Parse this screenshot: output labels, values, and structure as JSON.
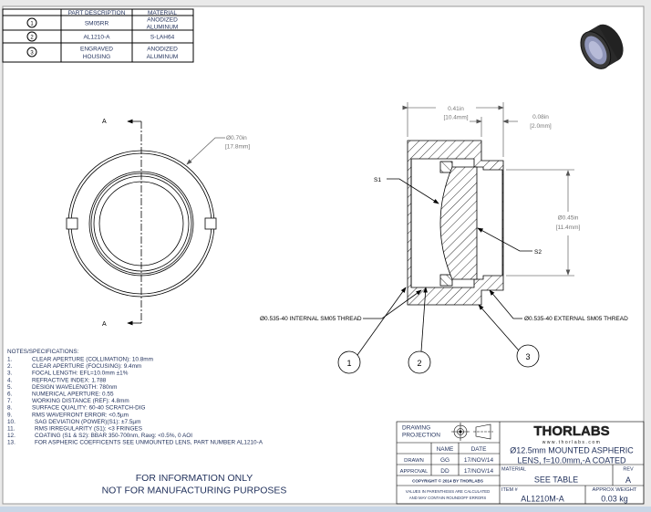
{
  "parts_table": {
    "headers": [
      "",
      "PART DESCRIPTION",
      "MATERIAL"
    ],
    "rows": [
      {
        "item": "1",
        "description": [
          "SM05RR"
        ],
        "material": [
          "ANODIZED",
          "ALUMINUM"
        ]
      },
      {
        "item": "2",
        "description": [
          "AL1210-A"
        ],
        "material": [
          "S-LAH64"
        ]
      },
      {
        "item": "3",
        "description": [
          "ENGRAVED",
          "HOUSING"
        ],
        "material": [
          "ANODIZED",
          "ALUMINUM"
        ]
      }
    ]
  },
  "front_view": {
    "section_label": "A",
    "diameter": "Ø0.70in",
    "diameter_mm": "[17.8mm]"
  },
  "section_view": {
    "length": "0.41in",
    "length_mm": "[10.4mm]",
    "thread_length": "0.08in",
    "thread_length_mm": "[2.0mm]",
    "aperture": "Ø0.45in",
    "aperture_mm": "[11.4mm]",
    "surface_1": "S1",
    "surface_2": "S2",
    "internal_thread": "Ø0.535-40 INTERNAL SM05 THREAD",
    "external_thread": "Ø0.535-40 EXTERNAL SM05 THREAD",
    "balloons": [
      "1",
      "2",
      "3"
    ]
  },
  "notes": {
    "title": "NOTES/SPECIFICATIONS:",
    "items": [
      {
        "n": "1.",
        "text": "CLEAR APERTURE (COLLIMATION): 10.8mm"
      },
      {
        "n": "2.",
        "text": "CLEAR APERTURE (FOCUSING): 9.4mm"
      },
      {
        "n": "3.",
        "text": "FOCAL LENGTH: EFL=10.0mm ±1%"
      },
      {
        "n": "4.",
        "text": "REFRACTIVE INDEX: 1.788"
      },
      {
        "n": "5.",
        "text": "DESIGN WAVELENGTH: 780nm"
      },
      {
        "n": "6.",
        "text": "NUMERICAL APERTURE: 0.55"
      },
      {
        "n": "7.",
        "text": "WORKING DISTANCE (REF): 4.8mm"
      },
      {
        "n": "8.",
        "text": "SURFACE QUALITY: 60-40 SCRATCH-DIG"
      },
      {
        "n": "9.",
        "text": "RMS WAVEFRONT ERROR: <0.5µm"
      },
      {
        "n": "10.",
        "text": "SAG DEVIATION (POWER)(S1): ±7.5µm"
      },
      {
        "n": "11.",
        "text": "RMS IRREGULARITY (S1): <3 FRINGES"
      },
      {
        "n": "12.",
        "text": "COATING (S1 & S2): BBAR 350-700nm, Ravg: <0.5%, 0 AOI"
      },
      {
        "n": "13.",
        "text": "FOR ASPHERIC COEFFICENTS SEE UNMOUNTED LENS, PART NUMBER AL1210-A"
      }
    ]
  },
  "disclaimer": [
    "FOR INFORMATION ONLY",
    "NOT FOR MANUFACTURING PURPOSES"
  ],
  "title_block": {
    "projection_label": [
      "DRAWING",
      "PROJECTION"
    ],
    "name_header": "NAME",
    "date_header": "DATE",
    "drawn_label": "DRAWN",
    "drawn_name": "GG",
    "drawn_date": "17/NOV/14",
    "approval_label": "APPROVAL",
    "approval_name": "DD",
    "approval_date": "17/NOV/14",
    "copyright": "COPYRIGHT © 2014 BY THORLABS",
    "values_note": [
      "VALUES IN PARENTHESIS ARE CALCULATED",
      "AND MAY CONTAIN ROUNDOFF ERRORS"
    ],
    "logo": "THORLABS",
    "website": "www.thorlabs.com",
    "title": [
      "Ø12.5mm MOUNTED ASPHERIC",
      "LENS, f=10.0mm,-A COATED"
    ],
    "material_label": "MATERIAL",
    "material": "SEE TABLE",
    "rev_label": "REV",
    "rev": "A",
    "item_label": "ITEM #",
    "item": "AL1210M-A",
    "weight_label": "APPROX WEIGHT",
    "weight": "0.03 kg"
  },
  "colors": {
    "text": "#1f2f5a",
    "dimension": "#777777",
    "line": "#000000"
  }
}
